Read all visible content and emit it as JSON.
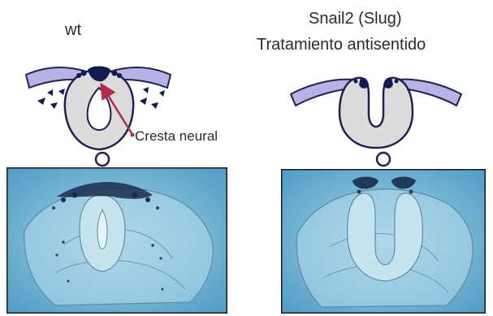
{
  "left_panel": {
    "title": "wt",
    "annotation": "Cresta neural"
  },
  "right_panel": {
    "title_line1": "Snail2 (Slug)",
    "title_line2": "Tratamiento antisentido"
  },
  "colors": {
    "ectoderm": "#b7b3e4",
    "neural_tube": "#dcdcdc",
    "neural_crest_cells": "#121a4e",
    "arrow": "#b52a4a",
    "micrograph_bg": "#6fb0d2",
    "stain": "#1a2c4c"
  }
}
